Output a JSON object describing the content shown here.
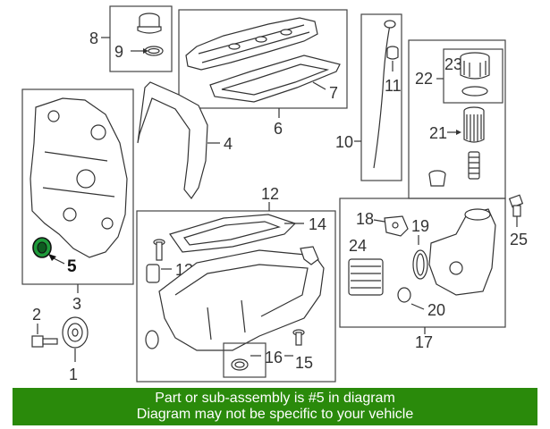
{
  "diagram": {
    "callouts": {
      "c1": "1",
      "c2": "2",
      "c3": "3",
      "c4": "4",
      "c5": "5",
      "c6": "6",
      "c7": "7",
      "c8": "8",
      "c9": "9",
      "c10": "10",
      "c11": "11",
      "c12": "12",
      "c13": "13",
      "c14": "14",
      "c15": "15",
      "c16": "16",
      "c17": "17",
      "c18": "18",
      "c19": "19",
      "c20": "20",
      "c21": "21",
      "c22": "22",
      "c23": "23",
      "c24": "24",
      "c25": "25"
    },
    "highlight_color": "#1e9a3a"
  },
  "banner": {
    "line1": "Part or sub-assembly is #5 in diagram",
    "line2": "Diagram may not be specific to your vehicle",
    "background": "#2a8a0b"
  }
}
